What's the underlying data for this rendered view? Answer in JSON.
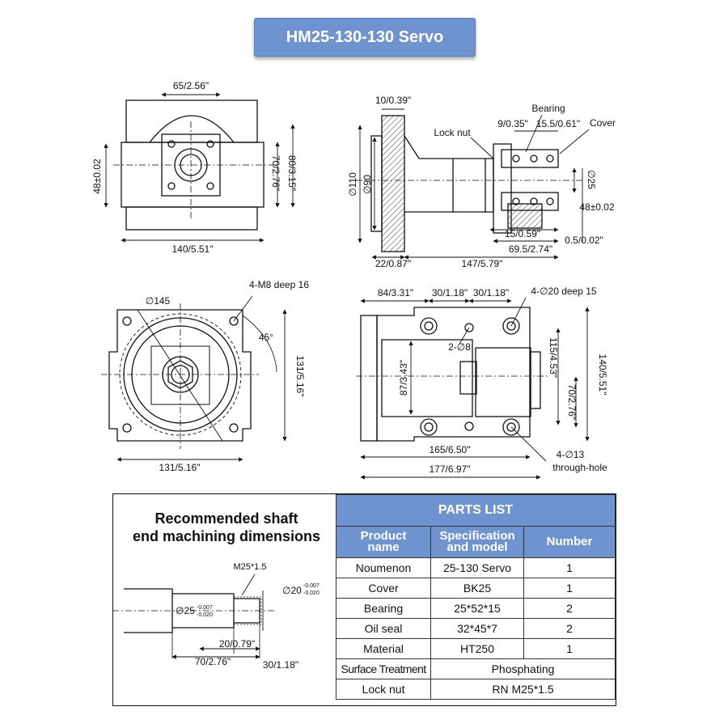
{
  "title": "HM25-130-130 Servo",
  "view_top_left": {
    "dims": [
      "65/2.56\"",
      "48±0.02",
      "80/3.15\"",
      "70/2.76\"",
      "140/5.51\""
    ]
  },
  "view_top_right": {
    "labels": [
      "Bearing",
      "Lock nut",
      "Cover"
    ],
    "dims": [
      "10/0.39\"",
      "9/0.35\"",
      "15.5/0.61\"",
      "∅110",
      "∅90",
      "∅25",
      "48±0.02",
      "15/0.59\"",
      "69.5/2.74\"",
      "0.5/0.02\"",
      "22/0.87\"",
      "147/5.79\""
    ]
  },
  "view_bottom_left": {
    "labels": [
      "4-M8 deep 16",
      "∅145",
      "45°"
    ],
    "dims": [
      "131/5.16\"",
      "131/5.16\""
    ]
  },
  "view_bottom_right": {
    "labels": [
      "4-∅20 deep 15",
      "2-∅8",
      "4-∅13",
      "through-hole"
    ],
    "dims": [
      "84/3.31\"",
      "30/1.18\"",
      "30/1.18\"",
      "140/5.51\"",
      "115/4.53\"",
      "87/3.43\"",
      "70/2.76\"",
      "165/6.50\"",
      "177/6.97\""
    ]
  },
  "machining": {
    "title_line1": "Recommended shaft",
    "title_line2": "end machining dimensions",
    "thread": "M25*1.5",
    "dia20": "∅20",
    "dia20_tol_upper": "-0.007",
    "dia20_tol_lower": "-0.020",
    "dia25": "∅25",
    "dia25_tol_upper": "-0.007",
    "dia25_tol_lower": "-0.020",
    "len20": "20/0.79\"",
    "len70": "70/2.76\"",
    "len30": "30/1.18\""
  },
  "parts_list": {
    "heading": "PARTS LIST",
    "col_name": [
      "Product",
      "name"
    ],
    "col_spec": [
      "Specification",
      "and model"
    ],
    "col_number": "Number",
    "rows": [
      {
        "name": "Noumenon",
        "spec": "25-130 Servo",
        "number": "1"
      },
      {
        "name": "Cover",
        "spec": "BK25",
        "number": "1"
      },
      {
        "name": "Bearing",
        "spec": "25*52*15",
        "number": "2"
      },
      {
        "name": "Oil seal",
        "spec": "32*45*7",
        "number": "2"
      },
      {
        "name": "Material",
        "spec": "HT250",
        "number": "1"
      },
      {
        "name": "Surface Treatment",
        "spec": "Phosphating",
        "number": ""
      },
      {
        "name": "Lock nut",
        "spec": "RN M25*1.5",
        "number": ""
      }
    ]
  },
  "colors": {
    "accent": "#6f93cf",
    "hatch": "#555555"
  }
}
